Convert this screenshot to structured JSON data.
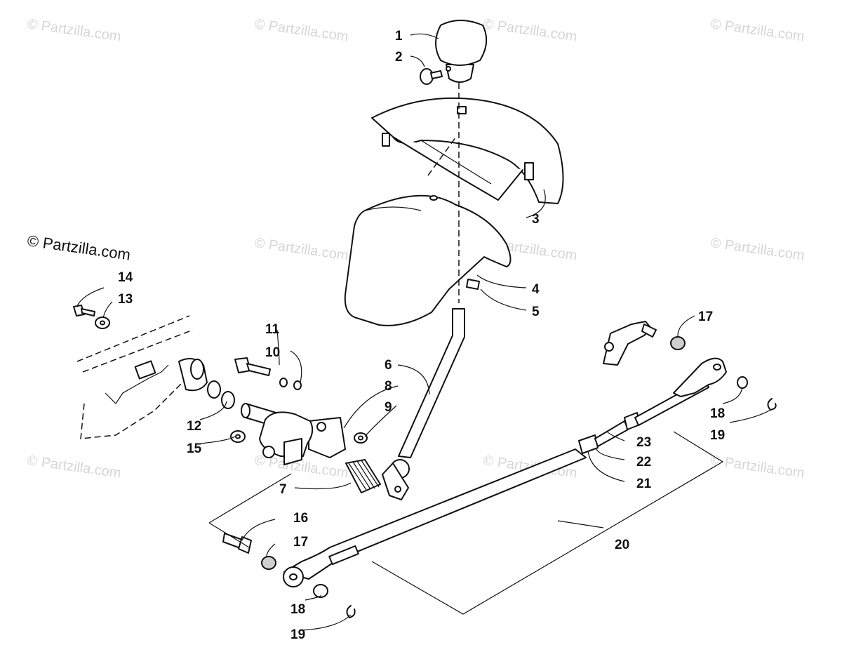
{
  "watermark": {
    "text": "© Partzilla.com",
    "prominent_text": "© Partzilla.com"
  },
  "callouts": {
    "c1": "1",
    "c2": "2",
    "c3": "3",
    "c4": "4",
    "c5": "5",
    "c6": "6",
    "c7": "7",
    "c8": "8",
    "c9": "9",
    "c10": "10",
    "c11": "11",
    "c12": "12",
    "c13": "13",
    "c14": "14",
    "c15": "15",
    "c16": "16",
    "c17a": "17",
    "c17b": "17",
    "c18a": "18",
    "c18b": "18",
    "c19a": "19",
    "c19b": "19",
    "c20": "20",
    "c21": "21",
    "c22": "22",
    "c23": "23"
  }
}
